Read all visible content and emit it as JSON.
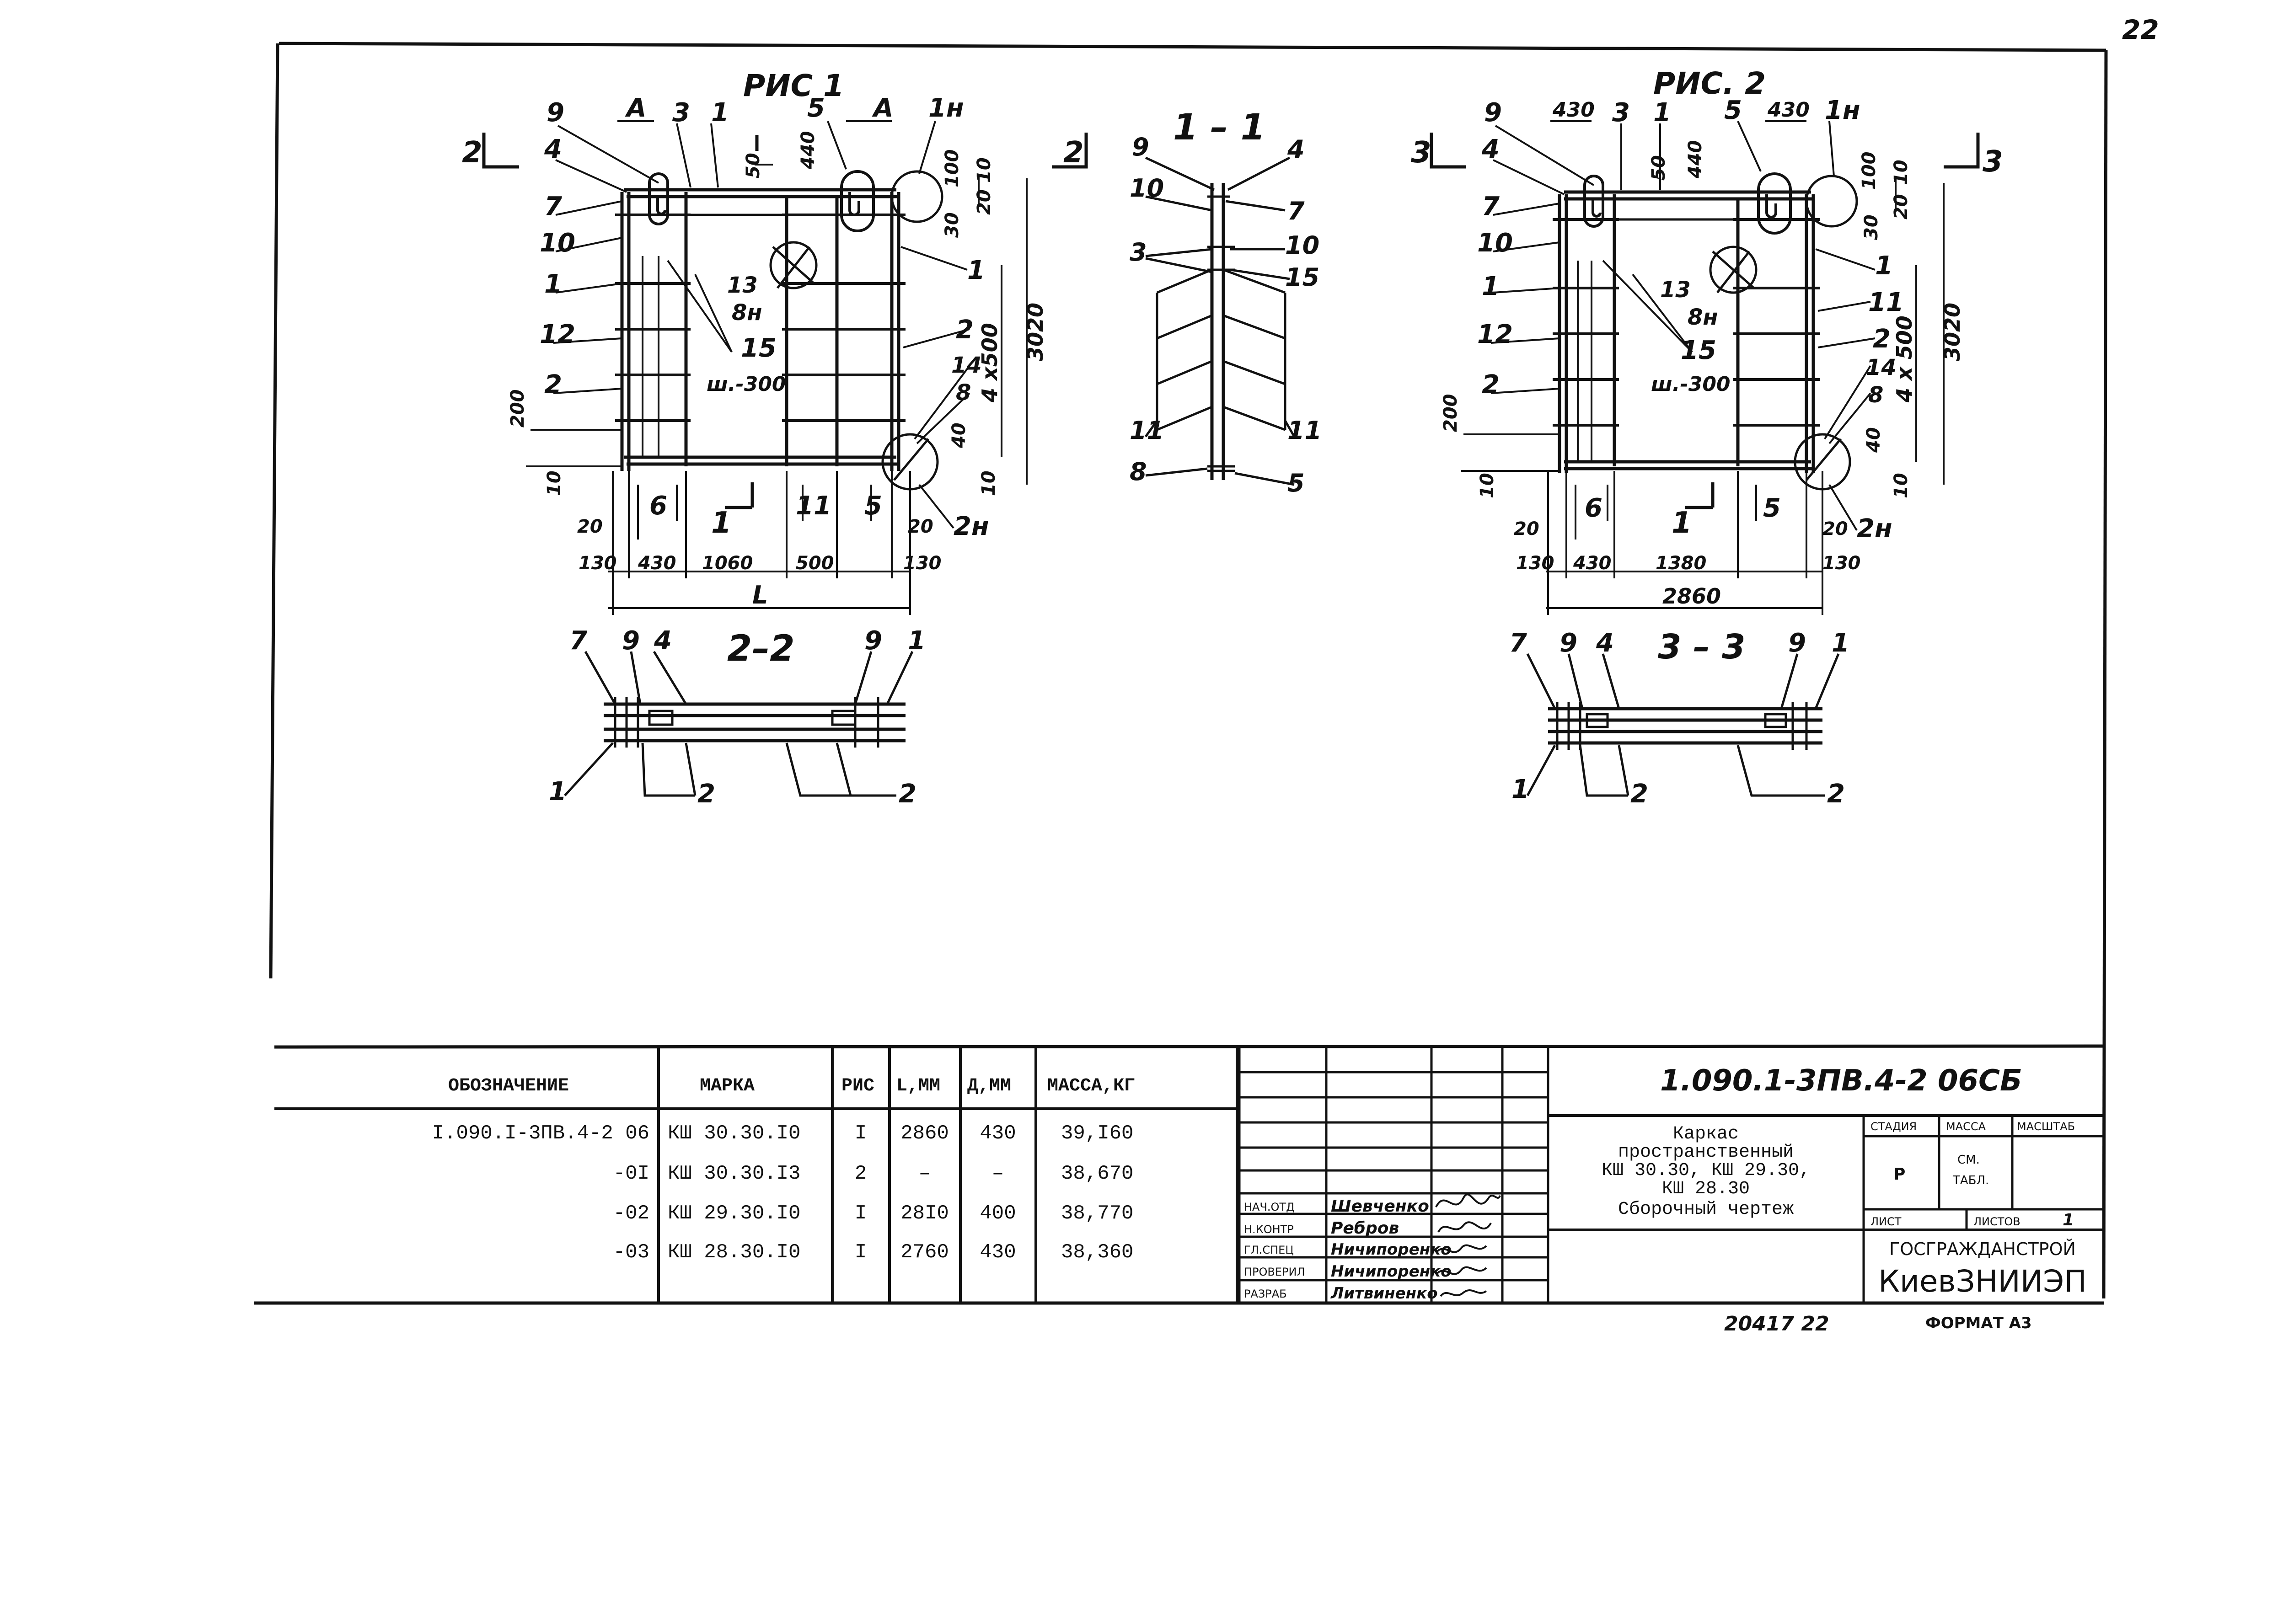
{
  "corner_number": "22",
  "figure1": {
    "title": "РИС 1",
    "section_marks": {
      "left": "2",
      "right": "2",
      "bottom": "1"
    },
    "callouts": {
      "c9": "9",
      "cA1": "А",
      "c3": "3",
      "c1a": "1",
      "c5": "5",
      "cA2": "А",
      "c1n": "1н",
      "c4": "4",
      "c7": "7",
      "c10": "10",
      "c1b": "1",
      "c12": "12",
      "c2a": "2",
      "c13": "13",
      "c8n": "8н",
      "c15": "15",
      "pitch": "ш.-300",
      "c1c": "1",
      "c2b": "2",
      "c14": "14",
      "c8": "8",
      "c2n": "2н",
      "c6": "6",
      "c11": "11",
      "c5b": "5"
    },
    "dims": {
      "d50": "50",
      "d440": "440",
      "d100": "100",
      "d10a": "10",
      "d30": "30",
      "d20a": "20",
      "d3020": "3020",
      "d4x500": "4 x500",
      "d40": "40",
      "d10b": "10",
      "d200": "200",
      "d10c": "10",
      "d20b": "20",
      "d20c": "20",
      "bot130a": "130",
      "bot430": "430",
      "bot1060": "1060",
      "bot500": "500",
      "bot130b": "130",
      "total": "L"
    }
  },
  "section11": {
    "title": "1 – 1",
    "callouts": {
      "s9": "9",
      "s4": "4",
      "s10a": "10",
      "s7": "7",
      "s3": "3",
      "s10b": "10",
      "s15": "15",
      "s11a": "11",
      "s11b": "11",
      "s8": "8",
      "s5": "5"
    }
  },
  "figure2": {
    "title": "РИС. 2",
    "section_marks": {
      "left": "3",
      "right": "3",
      "bottom": "1"
    },
    "callouts": {
      "c9": "9",
      "c430a": "430",
      "c3": "3",
      "c1a": "1",
      "c5": "5",
      "c430b": "430",
      "c1n": "1н",
      "c4": "4",
      "c7": "7",
      "c10": "10",
      "c1b": "1",
      "c12": "12",
      "c2a": "2",
      "c13": "13",
      "c8n": "8н",
      "c15": "15",
      "pitch": "ш.-300",
      "c1c": "1",
      "c11": "11",
      "c2b": "2",
      "c14": "14",
      "c8": "8",
      "c2n": "2н",
      "c6": "6",
      "c5b": "5"
    },
    "dims": {
      "d50": "50",
      "d440": "440",
      "d100": "100",
      "d10a": "10",
      "d30": "30",
      "d20a": "20",
      "d3020": "3020",
      "d4x500": "4 x 500",
      "d40": "40",
      "d10b": "10",
      "d200": "200",
      "d10c": "10",
      "d20b": "20",
      "d20c": "20",
      "bot130a": "130",
      "bot430": "430",
      "bot1380": "1380",
      "bot130b": "130",
      "total": "2860"
    }
  },
  "section22": {
    "title": "2–2",
    "callouts": {
      "t7": "7",
      "t9a": "9",
      "t4": "4",
      "t9b": "9",
      "t1a": "1",
      "b1": "1",
      "b2a": "2",
      "b2b": "2"
    }
  },
  "section33": {
    "title": "3 – 3",
    "callouts": {
      "t7": "7",
      "t9a": "9",
      "t4": "4",
      "t9b": "9",
      "t1a": "1",
      "b1": "1",
      "b2a": "2",
      "b2b": "2"
    }
  },
  "spec_table": {
    "headers": [
      "ОБОЗНАЧЕНИЕ",
      "МАРКА",
      "РИС",
      "L,ММ",
      "Д,ММ",
      "МАССА,КГ"
    ],
    "rows": [
      [
        "I.090.I-3ПВ.4-2 06",
        "КШ 30.30.I0",
        "I",
        "2860",
        "430",
        "39,I60"
      ],
      [
        "-0I",
        "КШ 30.30.I3",
        "2",
        "–",
        "–",
        "38,670"
      ],
      [
        "-02",
        "КШ 29.30.I0",
        "I",
        "28I0",
        "400",
        "38,770"
      ],
      [
        "-03",
        "КШ 28.30.I0",
        "I",
        "2760",
        "430",
        "38,360"
      ]
    ]
  },
  "title_block": {
    "code": "1.090.1-3ПВ.4-2   06СБ",
    "description": [
      "Каркас",
      "пространственный",
      "КШ 30.30, КШ 29.30,",
      "КШ 28.30",
      "Сборочный чертеж"
    ],
    "stage_header": "СТАДИЯ",
    "mass_header": "МАССА",
    "scale_header": "МАСШТАБ",
    "stage": "Р",
    "mass_line1": "СМ.",
    "mass_line2": "ТАБЛ.",
    "sheet_label": "ЛИСТ",
    "sheets_label": "ЛИСТОВ",
    "sheets_value": "1",
    "org_line1": "ГОСГРАЖДАНСТРОЙ",
    "org_line2": "КиевЗНИИЭП",
    "signatures": [
      {
        "role": "НАЧ.ОТД",
        "name": "Шевченко"
      },
      {
        "role": "Н.КОНТР",
        "name": "Ребров"
      },
      {
        "role": "ГЛ.СПЕЦ",
        "name": "Ничипоренко"
      },
      {
        "role": "ПРОВЕРИЛ",
        "name": "Ничипоренко"
      },
      {
        "role": "РАЗРАБ",
        "name": "Литвиненко"
      }
    ]
  },
  "footer": {
    "inventory": "20417  22",
    "format": "ФОРМАТ А3"
  }
}
